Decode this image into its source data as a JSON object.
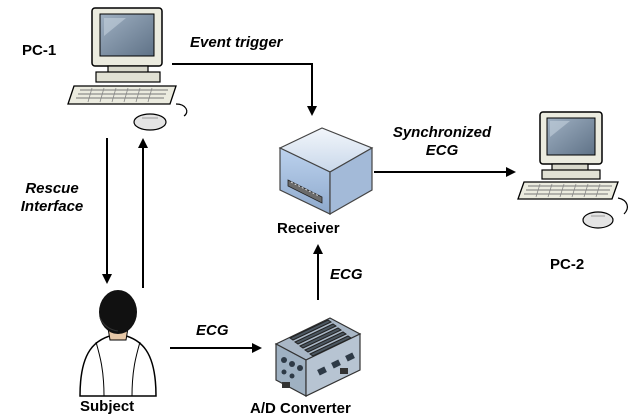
{
  "nodes": {
    "pc1": {
      "label": "PC-1",
      "icon": "desktop-computer-icon"
    },
    "pc2": {
      "label": "PC-2",
      "icon": "desktop-computer-icon"
    },
    "receiver": {
      "label": "Receiver",
      "icon": "receiver-device-icon"
    },
    "subject": {
      "label": "Subject",
      "icon": "person-icon"
    },
    "converter": {
      "label": "A/D Converter",
      "icon": "ad-converter-device-icon"
    }
  },
  "edges": {
    "event_trigger": {
      "label": "Event trigger",
      "from": "PC-1",
      "to": "Receiver"
    },
    "rescue_interface": {
      "label_line1": "Rescue",
      "label_line2": "Interface",
      "between": [
        "PC-1",
        "Subject"
      ]
    },
    "ecg_subject_converter": {
      "label": "ECG",
      "from": "Subject",
      "to": "A/D Converter"
    },
    "ecg_converter_receiver": {
      "label": "ECG",
      "from": "A/D Converter",
      "to": "Receiver"
    },
    "synchronized_ecg": {
      "label_line1": "Synchronized",
      "label_line2": "ECG",
      "from": "Receiver",
      "to": "PC-2"
    }
  },
  "colors": {
    "arrow": "#000000",
    "monitor_body": "#e9e9dd",
    "screen": "#7d8fa2",
    "device_blue": "#bcd2ee"
  }
}
